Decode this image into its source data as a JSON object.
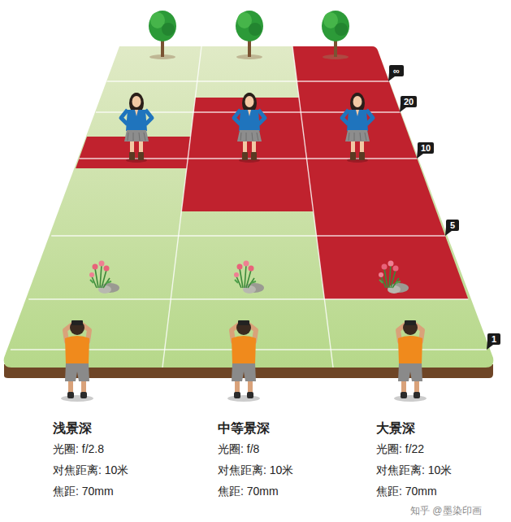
{
  "diagram": {
    "labels": [
      "∞",
      "20",
      "10",
      "5",
      "1",
      "浅景深",
      "光圈: f/2.8",
      "对焦距离: 10米",
      "焦距: 70mm",
      "中等景深",
      "光圈: f/8",
      "对焦距离: 10米",
      "焦距: 70mm",
      "大景深",
      "光圈: f/22",
      "对焦距离: 10米",
      "焦距: 70mm",
      "知乎 @墨染印画"
    ]
  }
}
